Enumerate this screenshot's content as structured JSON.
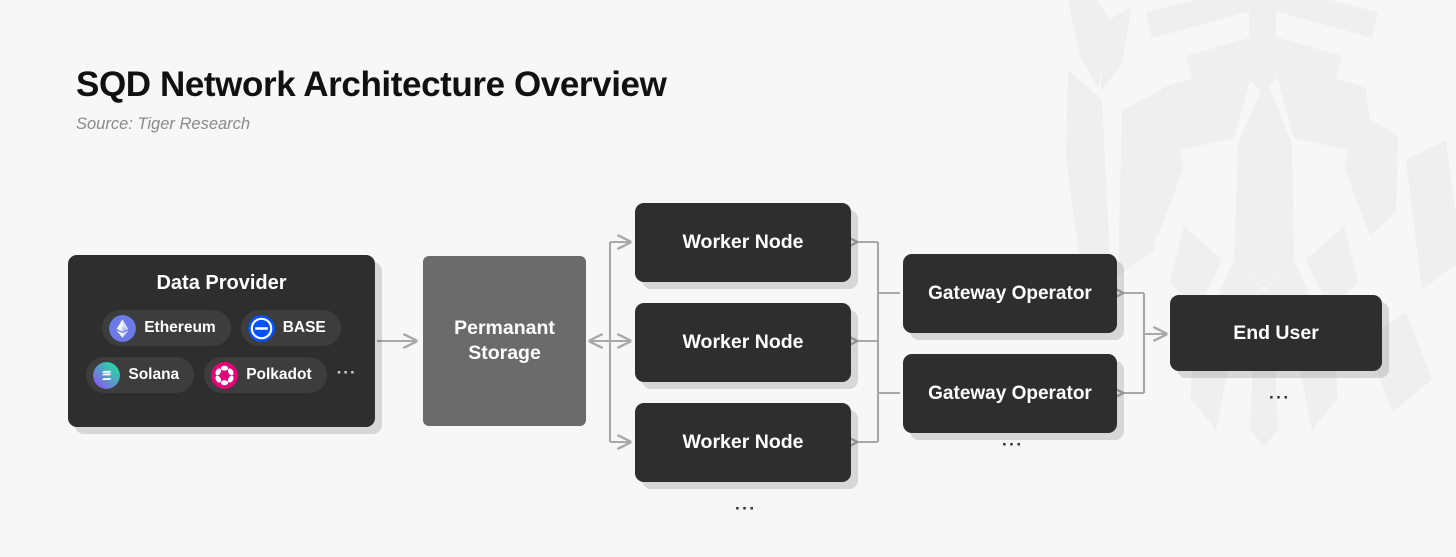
{
  "header": {
    "title": "SQD Network Architecture Overview",
    "source": "Source: Tiger Research"
  },
  "colors": {
    "background": "#f7f7f7",
    "node_dark": "#2e2e2e",
    "node_gray": "#6b6b6b",
    "chip_background": "#3d3d3d",
    "edge": "#a8a8a8",
    "title_text": "#111111",
    "source_text": "#8a8a8a",
    "watermark": "#f0f0f0",
    "ethereum": "#6b7ae8",
    "base": "#0052ff",
    "solana_start": "#9945ff",
    "solana_end": "#14f195",
    "polkadot": "#e6007a"
  },
  "diagram": {
    "data_provider": {
      "title": "Data Provider",
      "more_label": "···",
      "chains": [
        {
          "label": "Ethereum",
          "icon": "ethereum-icon"
        },
        {
          "label": "BASE",
          "icon": "base-icon"
        },
        {
          "label": "Solana",
          "icon": "solana-icon"
        },
        {
          "label": "Polkadot",
          "icon": "polkadot-icon"
        }
      ]
    },
    "storage": {
      "line1": "Permanant",
      "line2": "Storage"
    },
    "workers": [
      {
        "label": "Worker Node"
      },
      {
        "label": "Worker Node"
      },
      {
        "label": "Worker Node"
      }
    ],
    "gateways": [
      {
        "label": "Gateway Operator"
      },
      {
        "label": "Gateway Operator"
      }
    ],
    "end_user": {
      "label": "End User"
    },
    "ellipsis": {
      "workers": "···",
      "gateways": "···",
      "end_user": "···"
    }
  }
}
